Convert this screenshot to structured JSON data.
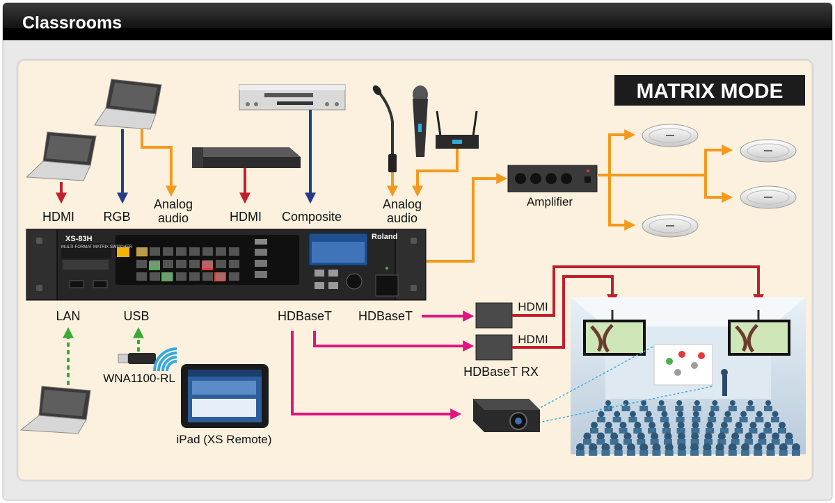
{
  "header": {
    "title": "Classrooms"
  },
  "badge": {
    "text": "MATRIX MODE"
  },
  "sources": {
    "laptop_hdmi": "HDMI",
    "laptop_rgb": "RGB",
    "analog_audio_1": [
      "Analog",
      "audio"
    ],
    "bluray_hdmi": "HDMI",
    "vcr_composite": "Composite",
    "analog_audio_2": [
      "Analog",
      "audio"
    ]
  },
  "amplifier": {
    "label": "Amplifier"
  },
  "switcher": {
    "model": "XS-83H",
    "subtitle": "MULTI-FORMAT MATRIX SWITCHER",
    "brand": "Roland"
  },
  "ports": {
    "lan": "LAN",
    "usb": "USB",
    "hdbaset_1": "HDBaseT",
    "hdbaset_2": "HDBaseT"
  },
  "receivers": {
    "hdmi_1": "HDMI",
    "hdmi_2": "HDMI",
    "rx_label": "HDBaseT RX"
  },
  "remote": {
    "adapter": "WNA1100-RL",
    "ipad": "iPad (XS Remote)"
  },
  "colors": {
    "hdmi_arrow": "#c0202c",
    "rgb_arrow": "#263a8a",
    "audio_arrow": "#f39a1e",
    "hdbaset_arrow": "#e0157f",
    "network_arrow": "#3aaa35",
    "panel_bg": "#fbf1de",
    "header_bg": "#111111"
  }
}
